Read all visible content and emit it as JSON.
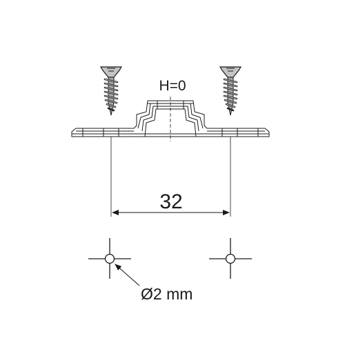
{
  "diagram": {
    "height_label": "H=0",
    "spacing_label": "32",
    "hole_diameter_label": "Ø2 mm",
    "colors": {
      "ink": "#1a1a1a",
      "screw_fill": "#b8b8b8",
      "screw_dark": "#3a3a3a",
      "background": "#ffffff"
    },
    "icons": [
      "screw-icon",
      "crosshair-icon",
      "arrow-icon"
    ]
  }
}
